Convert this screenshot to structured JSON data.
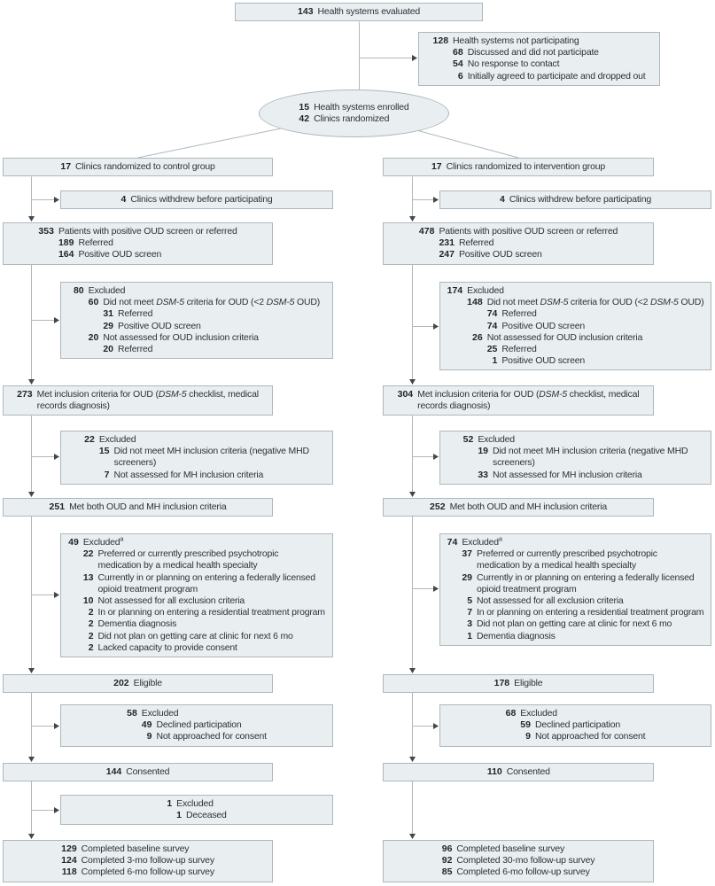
{
  "figure_type": "flow-diagram",
  "colors": {
    "box-fill": "#e9eef1",
    "box-border": "#aeb7bc",
    "line": "#b2b7ba",
    "arrow": "#40474d",
    "text": "#2c3237",
    "num": "#1f2428",
    "page": "#ffffff"
  },
  "boxes": {
    "evaluated": {
      "lines": [
        {
          "num": "143",
          "level": 1,
          "text": "Health systems evaluated"
        }
      ]
    },
    "not_participating": {
      "lines": [
        {
          "num": "128",
          "level": 1,
          "text": "Health systems not participating"
        },
        {
          "num": "68",
          "level": 2,
          "text": "Discussed and did not participate"
        },
        {
          "num": "54",
          "level": 2,
          "text": "No response to contact"
        },
        {
          "num": "6",
          "level": 2,
          "text": "Initially agreed to participate and dropped out"
        }
      ]
    },
    "enrolled": {
      "lines": [
        {
          "num": "15",
          "level": 1,
          "text": "Health systems enrolled"
        },
        {
          "num": "42",
          "level": 1,
          "text": "Clinics randomized"
        }
      ]
    },
    "ctrl_randomized": {
      "lines": [
        {
          "num": "17",
          "level": 1,
          "text": "Clinics randomized to control group"
        }
      ]
    },
    "int_randomized": {
      "lines": [
        {
          "num": "17",
          "level": 1,
          "text": "Clinics randomized to intervention group"
        }
      ]
    },
    "ctrl_withdrew": {
      "lines": [
        {
          "num": "4",
          "level": 1,
          "text": "Clinics withdrew before participating"
        }
      ]
    },
    "int_withdrew": {
      "lines": [
        {
          "num": "4",
          "level": 1,
          "text": "Clinics withdrew before participating"
        }
      ]
    },
    "ctrl_screened": {
      "lines": [
        {
          "num": "353",
          "level": 1,
          "text": "Patients with positive OUD screen or referred"
        },
        {
          "num": "189",
          "level": 2,
          "text": "Referred"
        },
        {
          "num": "164",
          "level": 2,
          "text": "Positive OUD screen"
        }
      ]
    },
    "int_screened": {
      "lines": [
        {
          "num": "478",
          "level": 1,
          "text": "Patients with positive OUD screen or referred"
        },
        {
          "num": "231",
          "level": 2,
          "text": "Referred"
        },
        {
          "num": "247",
          "level": 2,
          "text": "Positive OUD screen"
        }
      ]
    },
    "ctrl_excl_oud": {
      "lines": [
        {
          "num": "80",
          "level": 1,
          "text": "Excluded"
        },
        {
          "num": "60",
          "level": 2,
          "text": "Did not meet *DSM-5* criteria for OUD (<2 *DSM-5* OUD)"
        },
        {
          "num": "31",
          "level": 3,
          "text": "Referred"
        },
        {
          "num": "29",
          "level": 3,
          "text": "Positive OUD screen"
        },
        {
          "num": "20",
          "level": 2,
          "text": "Not assessed for OUD inclusion criteria"
        },
        {
          "num": "20",
          "level": 3,
          "text": "Referred"
        }
      ]
    },
    "int_excl_oud": {
      "lines": [
        {
          "num": "174",
          "level": 1,
          "text": "Excluded"
        },
        {
          "num": "148",
          "level": 2,
          "text": "Did not meet *DSM-5* criteria for OUD (<2 *DSM-5* OUD)"
        },
        {
          "num": "74",
          "level": 3,
          "text": "Referred"
        },
        {
          "num": "74",
          "level": 3,
          "text": "Positive OUD screen"
        },
        {
          "num": "26",
          "level": 2,
          "text": "Not assessed for OUD inclusion criteria"
        },
        {
          "num": "25",
          "level": 3,
          "text": "Referred"
        },
        {
          "num": "1",
          "level": 3,
          "text": "Positive OUD screen"
        }
      ]
    },
    "ctrl_met_oud": {
      "lines": [
        {
          "num": "273",
          "level": 1,
          "text": "Met inclusion criteria for OUD (*DSM-5* checklist, medical\nrecords diagnosis)"
        }
      ]
    },
    "int_met_oud": {
      "lines": [
        {
          "num": "304",
          "level": 1,
          "text": "Met inclusion criteria for OUD (*DSM-5* checklist, medical\nrecords diagnosis)"
        }
      ]
    },
    "ctrl_excl_mh": {
      "lines": [
        {
          "num": "22",
          "level": 1,
          "text": "Excluded"
        },
        {
          "num": "15",
          "level": 2,
          "text": "Did not meet MH inclusion criteria (negative MHD\nscreeners)"
        },
        {
          "num": "7",
          "level": 2,
          "text": "Not assessed for MH inclusion criteria"
        }
      ]
    },
    "int_excl_mh": {
      "lines": [
        {
          "num": "52",
          "level": 1,
          "text": "Excluded"
        },
        {
          "num": "19",
          "level": 2,
          "text": "Did not meet MH inclusion criteria (negative MHD\nscreeners)"
        },
        {
          "num": "33",
          "level": 2,
          "text": "Not assessed for MH inclusion criteria"
        }
      ]
    },
    "ctrl_met_both": {
      "lines": [
        {
          "num": "251",
          "level": 1,
          "text": "Met both OUD and MH inclusion criteria"
        }
      ]
    },
    "int_met_both": {
      "lines": [
        {
          "num": "252",
          "level": 1,
          "text": "Met both OUD and MH inclusion criteria"
        }
      ]
    },
    "ctrl_excl_crit": {
      "lines": [
        {
          "num": "49",
          "level": 1,
          "text": "Excluded^a"
        },
        {
          "num": "22",
          "level": 2,
          "text": "Preferred or currently prescribed psychotropic\nmedication by a medical health specialty"
        },
        {
          "num": "13",
          "level": 2,
          "text": "Currently in or planning on entering a federally licensed\nopioid treatment program"
        },
        {
          "num": "10",
          "level": 2,
          "text": "Not assessed for all exclusion criteria"
        },
        {
          "num": "2",
          "level": 2,
          "text": "In or planning on entering a residential treatment program"
        },
        {
          "num": "2",
          "level": 2,
          "text": "Dementia diagnosis"
        },
        {
          "num": "2",
          "level": 2,
          "text": "Did not plan on getting care at clinic for next 6 mo"
        },
        {
          "num": "2",
          "level": 2,
          "text": "Lacked capacity to provide consent"
        }
      ]
    },
    "int_excl_crit": {
      "lines": [
        {
          "num": "74",
          "level": 1,
          "text": "Excluded^a"
        },
        {
          "num": "37",
          "level": 2,
          "text": "Preferred or currently prescribed psychotropic\nmedication by a medical health specialty"
        },
        {
          "num": "29",
          "level": 2,
          "text": "Currently in or planning on entering a federally licensed\nopioid treatment program"
        },
        {
          "num": "5",
          "level": 2,
          "text": "Not assessed for all exclusion criteria"
        },
        {
          "num": "7",
          "level": 2,
          "text": "In or planning on entering a residential treatment program"
        },
        {
          "num": "3",
          "level": 2,
          "text": "Did not plan on getting care at clinic for next 6 mo"
        },
        {
          "num": "1",
          "level": 2,
          "text": "Dementia diagnosis"
        }
      ]
    },
    "ctrl_eligible": {
      "lines": [
        {
          "num": "202",
          "level": 1,
          "text": "Eligible"
        }
      ]
    },
    "int_eligible": {
      "lines": [
        {
          "num": "178",
          "level": 1,
          "text": "Eligible"
        }
      ]
    },
    "ctrl_excl_consent": {
      "lines": [
        {
          "num": "58",
          "level": 1,
          "text": "Excluded"
        },
        {
          "num": "49",
          "level": 2,
          "text": "Declined participation"
        },
        {
          "num": "9",
          "level": 2,
          "text": "Not approached for consent"
        }
      ]
    },
    "int_excl_consent": {
      "lines": [
        {
          "num": "68",
          "level": 1,
          "text": "Excluded"
        },
        {
          "num": "59",
          "level": 2,
          "text": "Declined participation"
        },
        {
          "num": "9",
          "level": 2,
          "text": "Not approached for consent"
        }
      ]
    },
    "ctrl_consented": {
      "lines": [
        {
          "num": "144",
          "level": 1,
          "text": "Consented"
        }
      ]
    },
    "int_consented": {
      "lines": [
        {
          "num": "110",
          "level": 1,
          "text": "Consented"
        }
      ]
    },
    "ctrl_excl_deceased": {
      "lines": [
        {
          "num": "1",
          "level": 1,
          "text": "Excluded"
        },
        {
          "num": "1",
          "level": 2,
          "text": "Deceased"
        }
      ]
    },
    "ctrl_completed": {
      "lines": [
        {
          "num": "129",
          "level": 1,
          "text": "Completed baseline survey"
        },
        {
          "num": "124",
          "level": 1,
          "text": "Completed 3-mo follow-up survey"
        },
        {
          "num": "118",
          "level": 1,
          "text": "Completed 6-mo follow-up survey"
        }
      ]
    },
    "int_completed": {
      "lines": [
        {
          "num": "96",
          "level": 1,
          "text": "Completed baseline survey"
        },
        {
          "num": "92",
          "level": 1,
          "text": "Completed 30-mo follow-up survey"
        },
        {
          "num": "85",
          "level": 1,
          "text": "Completed 6-mo follow-up survey"
        }
      ]
    }
  }
}
